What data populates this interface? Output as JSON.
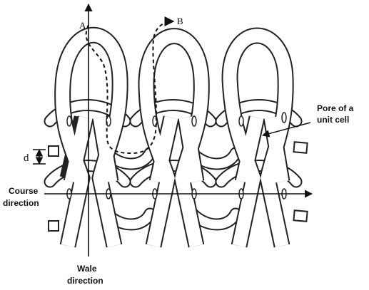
{
  "labels": {
    "point_a": "A",
    "point_b": "B",
    "d": "d",
    "pore_line1": "Pore of a",
    "pore_line2": "unit cell",
    "course_line1": "Course",
    "course_line2": "direction",
    "wale_line1": "Wale",
    "wale_line2": "direction"
  },
  "colors": {
    "yarn_fill": "#ffffff",
    "yarn_stroke": "#222222",
    "ink": "#111111"
  },
  "structure": {
    "wales": 3,
    "courses": 3
  }
}
